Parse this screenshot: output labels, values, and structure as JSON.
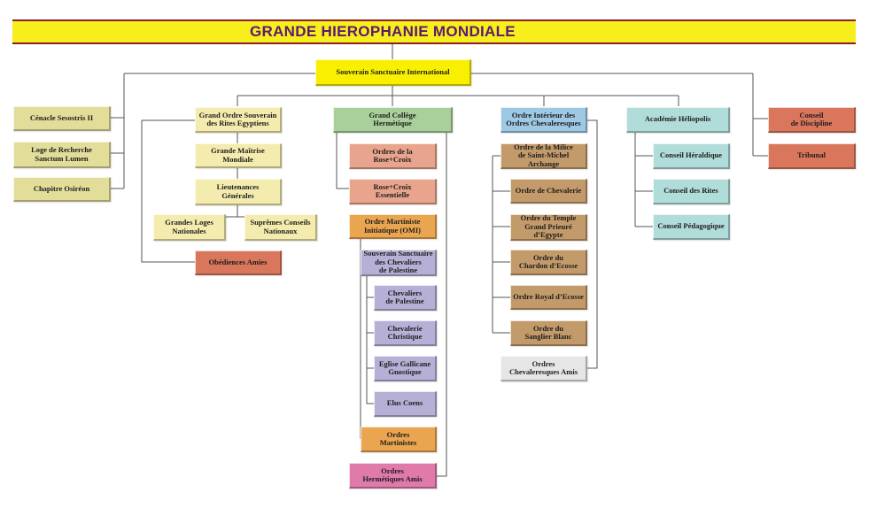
{
  "title": "GRANDE HIEROPHANIE MONDIALE",
  "colors": {
    "title_bar": "#f7ef1c",
    "title_border": "#8a1f2a",
    "title_text": "#5a1a6e",
    "connector": "#555555"
  },
  "nodes": {
    "root": "Souverain Sanctuaire International",
    "cenacle": "Cénacle Sesostris II",
    "loge": "Loge de Recherche\nSanctum Lumen",
    "chapitre": "Chapitre Osiréon",
    "gosre": "Grand Ordre Souverain\ndes Rites Egyptiens",
    "gmm": "Grande Maîtrise\nMondiale",
    "lieut": "Lieutenances\nGénérales",
    "gln": "Grandes Loges\nNationales",
    "scn": "Suprêmes Conseils\nNationaux",
    "obed": "Obédiences Amies",
    "gch": "Grand Collège\nHermétique",
    "orc": "Ordres de la\nRose+Croix",
    "rce": "Rose+Croix\nEssentielle",
    "omi": "Ordre Martiniste\nInitiatique (OMI)",
    "sscp": "Souverain Sanctuaire\ndes Chevaliers\nde Palestine",
    "chevpal": "Chevaliers\nde Palestine",
    "chevchr": "Chevalerie\nChristique",
    "egg": "Eglise Gallicane\nGnostique",
    "elus": "Elus Coens",
    "omart": "Ordres\nMartinistes",
    "oha": "Ordres\nHermétiques Amis",
    "oioc": "Ordre Intérieur des\nOrdres Chevaleresques",
    "milice": "Ordre de la Milice\nde Saint-Michel Archange",
    "ochev": "Ordre de Chevalerie",
    "temple": "Ordre du Temple\nGrand Prieuré\nd’Egypte",
    "chardon": "Ordre du\nChardon d’Ecosse",
    "royal": "Ordre Royal d’Ecosse",
    "sanglier": "Ordre du\nSanglier Blanc",
    "oca": "Ordres\nChevaleresques Amis",
    "academie": "Académie Héliopolis",
    "herald": "Conseil Héraldique",
    "rites": "Conseil des Rites",
    "peda": "Conseil Pédagogique",
    "disc": "Conseil\nde Discipline",
    "trib": "Tribunal"
  }
}
